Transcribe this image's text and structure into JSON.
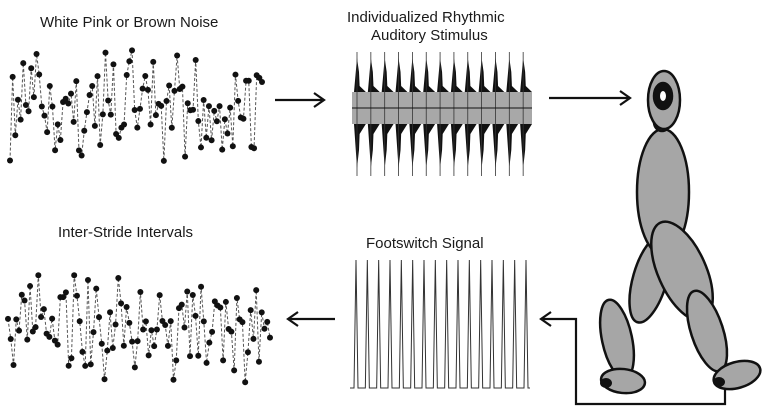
{
  "panels": {
    "noise": {
      "label": "White Pink or Brown Noise"
    },
    "stimulus": {
      "label_line1": "Individualized Rhythmic",
      "label_line2": "Auditory Stimulus"
    },
    "intervals": {
      "label": "Inter-Stride Intervals"
    },
    "footswitch": {
      "label": "Footswitch Signal"
    }
  },
  "colors": {
    "ink": "#111111",
    "stimulus_fill": "#a8a8a8",
    "figure_fill": "#a6a6a6",
    "trace": "#555555"
  }
}
